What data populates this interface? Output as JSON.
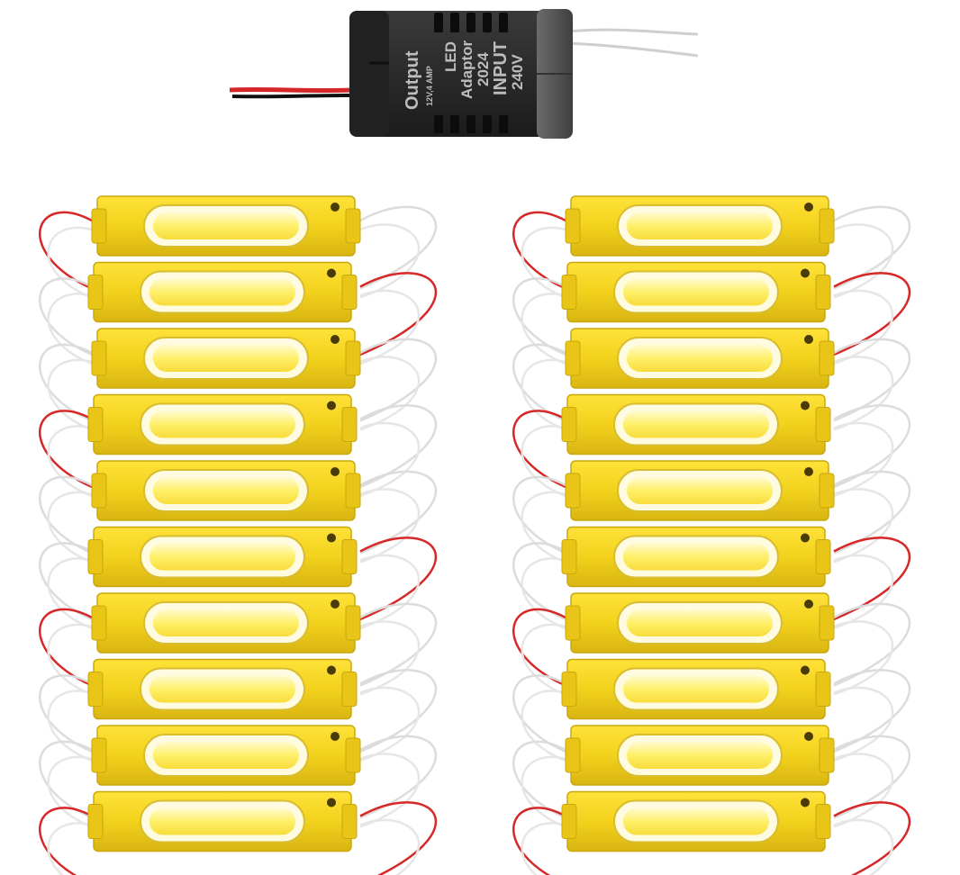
{
  "adaptor": {
    "output_title": "Output",
    "output_spec": "12V,4 AMP",
    "line1": "LED",
    "line2": "Adaptor",
    "line3": "2024",
    "line4": "INPUT",
    "line5": "240V"
  },
  "colors": {
    "background": "#ffffff",
    "module_body": "#f2d21c",
    "module_edge": "#c9a80e",
    "led_glow": "#fff38a",
    "adaptor_body": "#2b2b2b",
    "wire_white": "#f5f5f5",
    "wire_red": "#d62828"
  },
  "modules": {
    "columns": 2,
    "per_column": 10
  }
}
